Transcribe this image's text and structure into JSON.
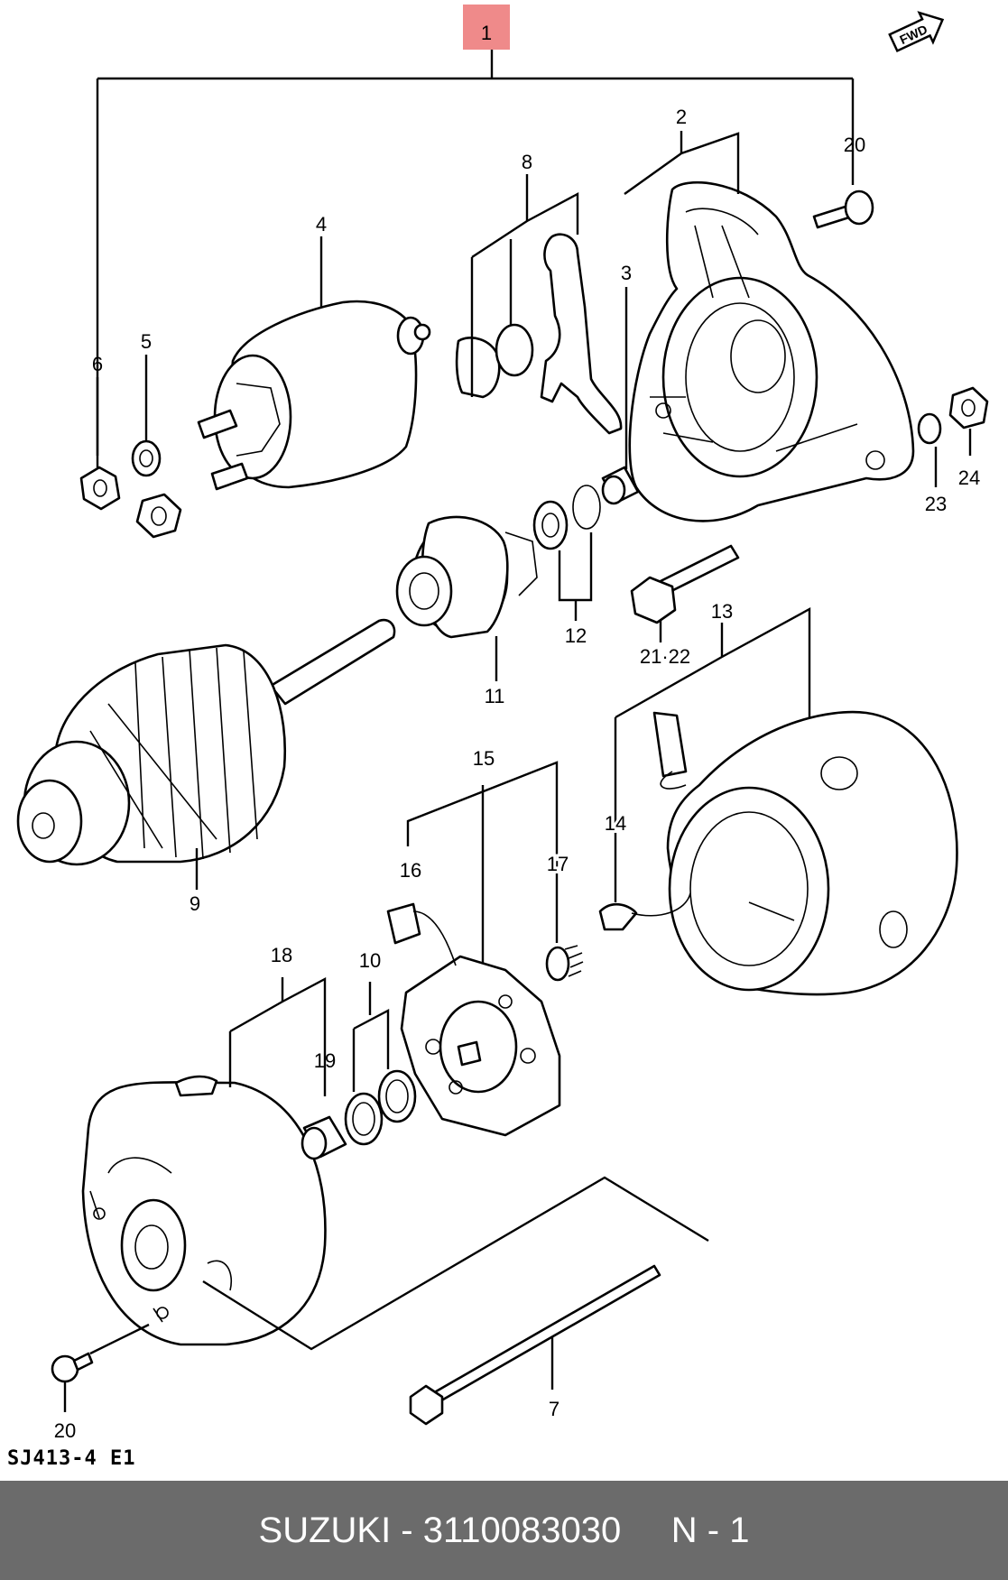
{
  "diagram": {
    "highlighted_callout": "1",
    "callouts": {
      "c1": "1",
      "c2": "2",
      "c3": "3",
      "c4": "4",
      "c5": "5",
      "c6": "6",
      "c7": "7",
      "c8": "8",
      "c9": "9",
      "c10": "10",
      "c11": "11",
      "c12": "12",
      "c13": "13",
      "c14": "14",
      "c15": "15",
      "c16": "16",
      "c17": "17",
      "c18": "18",
      "c19": "19",
      "c20a": "20",
      "c20b": "20",
      "c2122": "21·22",
      "c23": "23",
      "c24": "24"
    },
    "fwd_marker": "FWD",
    "code": "SJ413-4 E1",
    "highlight_color": "#ef8a8a"
  },
  "footer": {
    "text": "SUZUKI - 3110083030     N - 1",
    "background": "#6b6b6b"
  }
}
